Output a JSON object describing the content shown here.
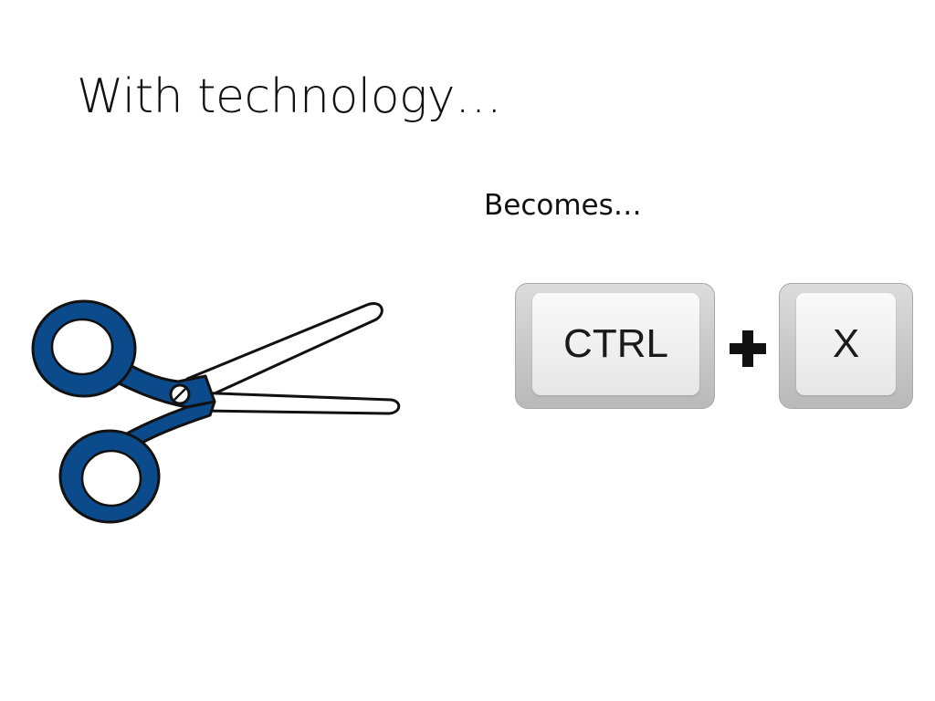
{
  "slide": {
    "title": "With technology…",
    "subtitle": "Becomes…"
  },
  "illustration": {
    "icon": "scissors-icon",
    "handle_color": "#0b4a8b"
  },
  "shortcut": {
    "keys": [
      {
        "label": "CTRL"
      },
      {
        "label": "X"
      }
    ],
    "separator_icon": "plus-icon"
  }
}
